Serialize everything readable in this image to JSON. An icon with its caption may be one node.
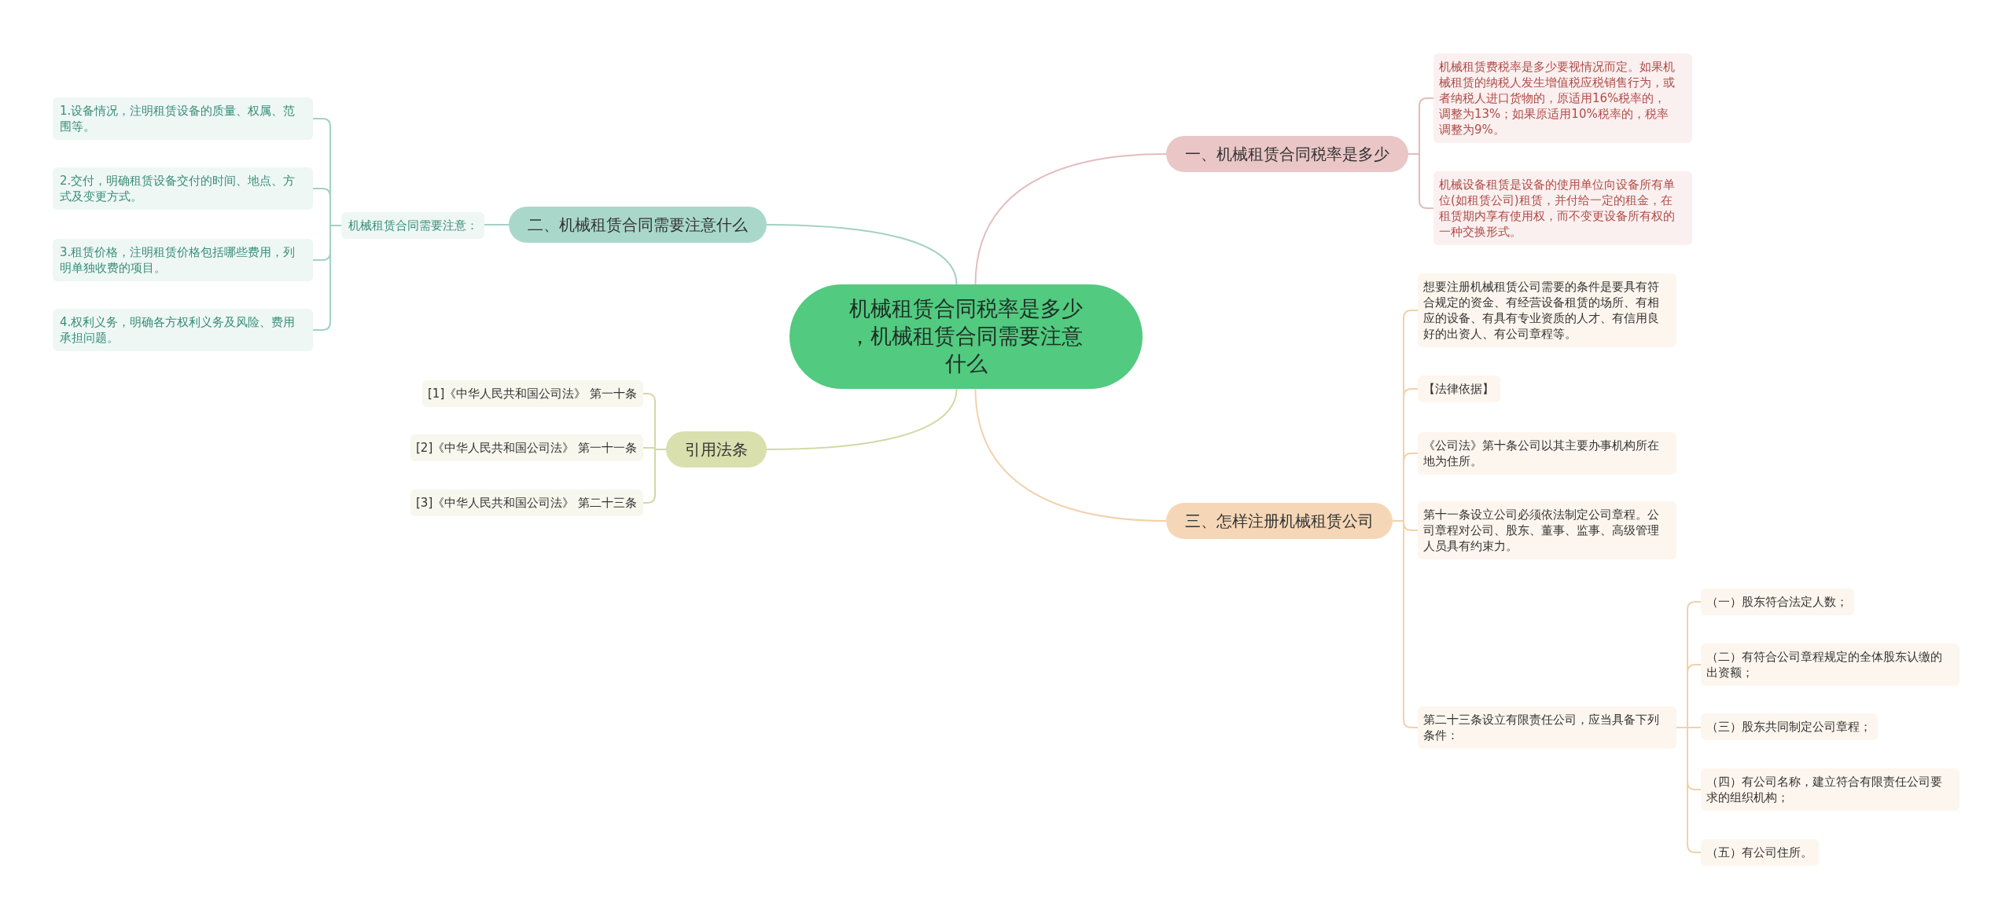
{
  "diagram": {
    "nodes": [
      {
        "text": [
          "机械租赁合同税率是多少，机械租赁合同需要注意什么"
        ]
      },
      {
        "text": [
          "一、机械租赁合同税率是多少"
        ]
      },
      {
        "text": [
          "机械租赁费税率是多少要视情况而定。如果机械租赁的纳税人发生增值税应税销售行为，或者纳税人进口货物的，原适用16%税率的，调整为13%；如果原适用10%税率的，税率调整为9%。"
        ]
      },
      {
        "text": [
          "机械设备租赁是设备的使用单位向设备所有单位(如租赁公司)租赁，并付给一定的租金，在租赁期内享有使用权，而不变更设备所有权的一种交换形式。"
        ]
      },
      {
        "text": [
          "二、机械租赁合同需要注意什么"
        ]
      },
      {
        "text": [
          "机械租赁合同需要注意："
        ]
      },
      {
        "text": [
          "1.设备情况，注明租赁设备的质量、权属、范围等。"
        ]
      },
      {
        "text": [
          "2.交付，明确租赁设备交付的时间、地点、方式及变更方式。"
        ]
      },
      {
        "text": [
          "3.租赁价格，注明租赁价格包括哪些费用，列明单独收费的项目。"
        ]
      },
      {
        "text": [
          "4.权利义务，明确各方权利义务及风险、费用承担问题。"
        ]
      },
      {
        "text": [
          "引用法条"
        ]
      },
      {
        "text": [
          "[1]《中华人民共和国公司法》 第一十条"
        ]
      },
      {
        "text": [
          "[2]《中华人民共和国公司法》 第一十一条"
        ]
      },
      {
        "text": [
          "[3]《中华人民共和国公司法》 第二十三条"
        ]
      },
      {
        "text": [
          "三、怎样注册机械租赁公司"
        ]
      },
      {
        "text": [
          "想要注册机械租赁公司需要的条件是要具有符合规定的资金、有经营设备租赁的场所、有相应的设备、有具有专业资质的人才、有信用良好的出资人、有公司章程等。"
        ]
      },
      {
        "text": [
          "【法律依据】"
        ]
      },
      {
        "text": [
          "《公司法》第十条公司以其主要办事机构所在地为住所。"
        ]
      },
      {
        "text": [
          "第十一条设立公司必须依法制定公司章程。公司章程对公司、股东、董事、监事、高级管理人员具有约束力。"
        ]
      },
      {
        "text": [
          "第二十三条设立有限责任公司，应当具备下列条件："
        ]
      },
      {
        "text": [
          "（一）股东符合法定人数；"
        ]
      },
      {
        "text": [
          "（二）有符合公司章程规定的全体股东认缴的出资额；"
        ]
      },
      {
        "text": [
          "（三）股东共同制定公司章程；"
        ]
      },
      {
        "text": [
          "（四）有公司名称，建立符合有限责任公司要求的组织机构；"
        ]
      },
      {
        "text": [
          "（五）有公司住所。"
        ]
      }
    ],
    "edges": [
      {
        "from": 0,
        "to": 1,
        "arrow": "none",
        "color": "#e3bcbc"
      },
      {
        "from": 1,
        "to": 2,
        "arrow": "none",
        "color": "#e3bcbc"
      },
      {
        "from": 1,
        "to": 3,
        "arrow": "none",
        "color": "#e3bcbc"
      },
      {
        "from": 0,
        "to": 4,
        "arrow": "none",
        "color": "#a3d1c4"
      },
      {
        "from": 4,
        "to": 5,
        "arrow": "none",
        "color": "#a3d1c4"
      },
      {
        "from": 5,
        "to": 6,
        "arrow": "none",
        "color": "#a3d1c4"
      },
      {
        "from": 5,
        "to": 7,
        "arrow": "none",
        "color": "#a3d1c4"
      },
      {
        "from": 5,
        "to": 8,
        "arrow": "none",
        "color": "#a3d1c4"
      },
      {
        "from": 5,
        "to": 9,
        "arrow": "none",
        "color": "#a3d1c4"
      },
      {
        "from": 0,
        "to": 10,
        "arrow": "none",
        "color": "#d2d9a6"
      },
      {
        "from": 10,
        "to": 11,
        "arrow": "none",
        "color": "#d2d9a6"
      },
      {
        "from": 10,
        "to": 12,
        "arrow": "none",
        "color": "#d2d9a6"
      },
      {
        "from": 10,
        "to": 13,
        "arrow": "none",
        "color": "#d2d9a6"
      },
      {
        "from": 0,
        "to": 14,
        "arrow": "none"
      },
      {
        "from": 14,
        "to": 15,
        "arrow": "none"
      },
      {
        "from": 14,
        "to": 16,
        "arrow": "none"
      },
      {
        "from": 14,
        "to": 17,
        "arrow": "none"
      },
      {
        "from": 14,
        "to": 18,
        "arrow": "none"
      },
      {
        "from": 14,
        "to": 19,
        "arrow": "none"
      },
      {
        "from": 19,
        "to": 20,
        "arrow": "none"
      },
      {
        "from": 19,
        "to": 21,
        "arrow": "none"
      },
      {
        "from": 19,
        "to": 22,
        "arrow": "none"
      },
      {
        "from": 19,
        "to": 23,
        "arrow": "none"
      },
      {
        "from": 19,
        "to": 24,
        "arrow": "none"
      }
    ]
  }
}
